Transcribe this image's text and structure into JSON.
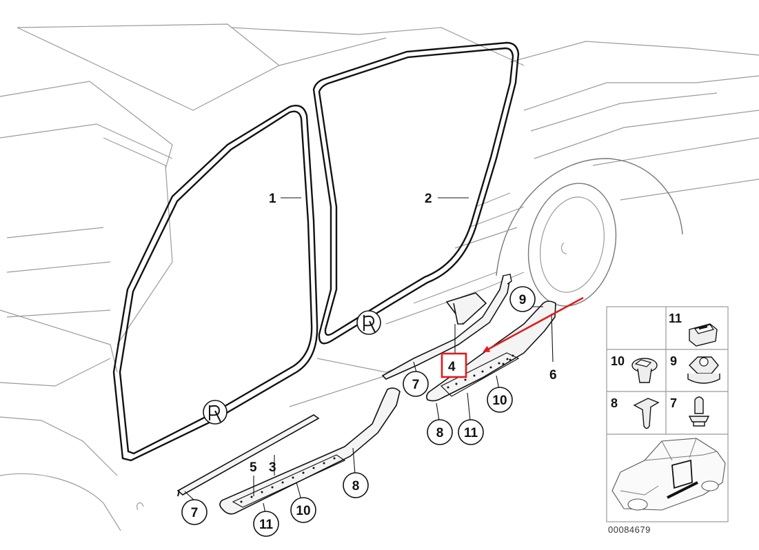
{
  "callouts": {
    "label_1": "1",
    "label_2": "2",
    "label_3": "3",
    "label_4": "4",
    "label_5": "5",
    "label_6": "6",
    "label_7a": "7",
    "label_7b": "7",
    "label_8a": "8",
    "label_8b": "8",
    "label_9": "9",
    "label_10a": "10",
    "label_10b": "10",
    "label_11a": "11",
    "label_11b": "11"
  },
  "inset": {
    "cell_11": "11",
    "cell_10": "10",
    "cell_9": "9",
    "cell_8": "8",
    "cell_7": "7"
  },
  "reference_number": "00084679",
  "colors": {
    "highlight_box": "#e01b1b",
    "arrow": "#e01b1b",
    "line_art": "#111111",
    "body_lines": "#9a9a9a"
  }
}
